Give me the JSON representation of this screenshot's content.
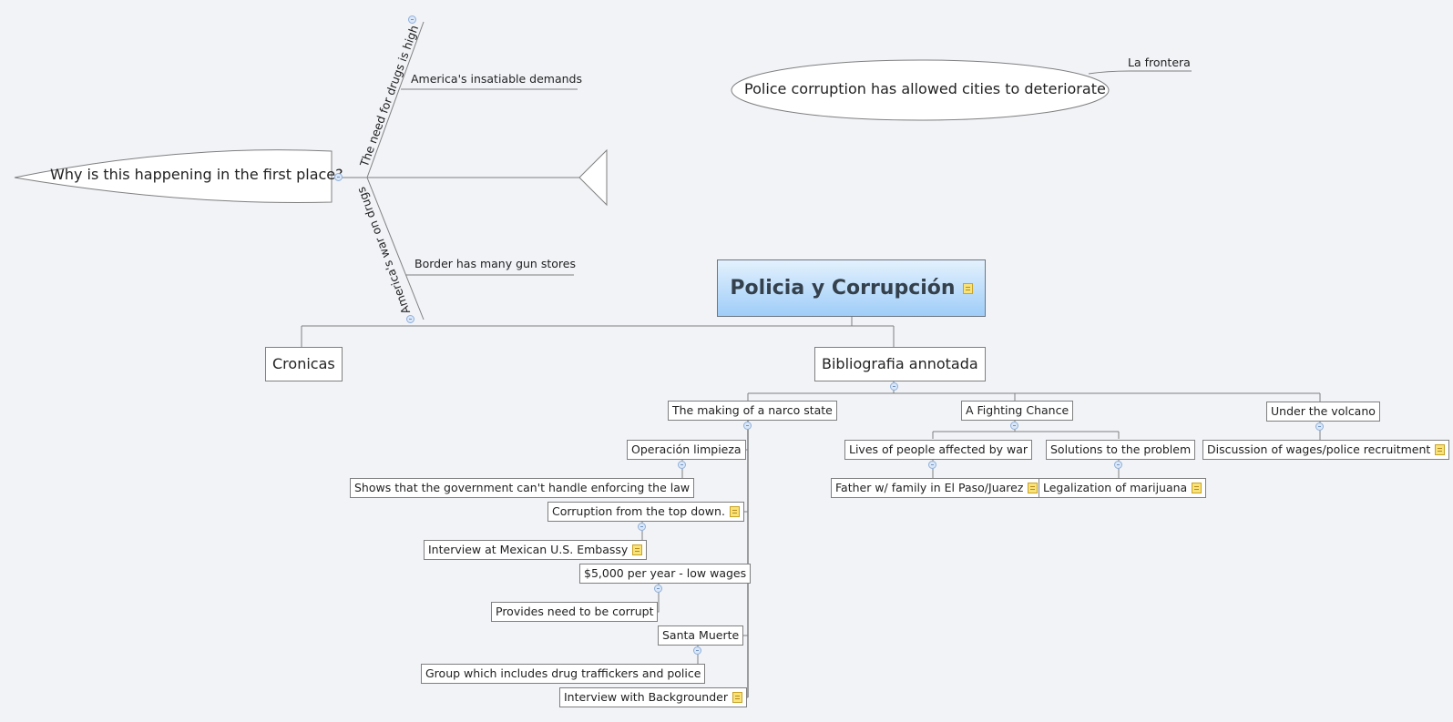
{
  "central_topic": {
    "label": "Policia y Corrupción",
    "has_note": true,
    "gradient": [
      "#e3f1fd",
      "#9fcdf8"
    ]
  },
  "floating_topics": {
    "fishbone": {
      "head": "Why is this happening in the first place?",
      "bones": [
        {
          "label": "The need for drugs is high",
          "children": [
            "America's insatiable demands"
          ]
        },
        {
          "label": "America's war on drugs",
          "children": [
            "Border has many gun stores"
          ]
        }
      ]
    },
    "ellipse": {
      "label": "Police corruption has allowed cities to deteriorate",
      "callout": "La frontera"
    }
  },
  "branches": {
    "cronicas": {
      "label": "Cronicas"
    },
    "bibliografia": {
      "label": "Bibliografia annotada",
      "children": {
        "narco_state": {
          "label": "The making of a narco state",
          "children": [
            {
              "label": "Operación limpieza",
              "has_note": false,
              "sub": {
                "label": "Shows that the government can't handle enforcing the law",
                "has_note": false
              }
            },
            {
              "label": "Corruption from the top down.",
              "has_note": true,
              "sub": {
                "label": "Interview at Mexican U.S. Embassy",
                "has_note": true
              }
            },
            {
              "label": "$5,000 per year - low wages",
              "has_note": false,
              "sub": {
                "label": "Provides need to be corrupt",
                "has_note": false
              }
            },
            {
              "label": "Santa Muerte",
              "has_note": false,
              "sub": {
                "label": "Group which includes drug traffickers and police",
                "has_note": false
              }
            },
            {
              "label": "Interview with Backgrounder",
              "has_note": true
            }
          ]
        },
        "fighting_chance": {
          "label": "A Fighting Chance",
          "children": [
            {
              "label": "Lives of people affected by war",
              "sub": {
                "label": "Father w/ family in El Paso/Juarez",
                "has_note": true
              }
            },
            {
              "label": "Solutions to the problem",
              "sub": {
                "label": "Legalization of marijuana",
                "has_note": true
              }
            }
          ]
        },
        "volcano": {
          "label": "Under the volcano",
          "sub": {
            "label": "Discussion of wages/police recruitment",
            "has_note": true
          }
        }
      }
    }
  },
  "colors": {
    "background": "#f1f3f7",
    "line": "#7f7f7f",
    "collapse": "#8fb0da",
    "note": "#f8e27a"
  }
}
